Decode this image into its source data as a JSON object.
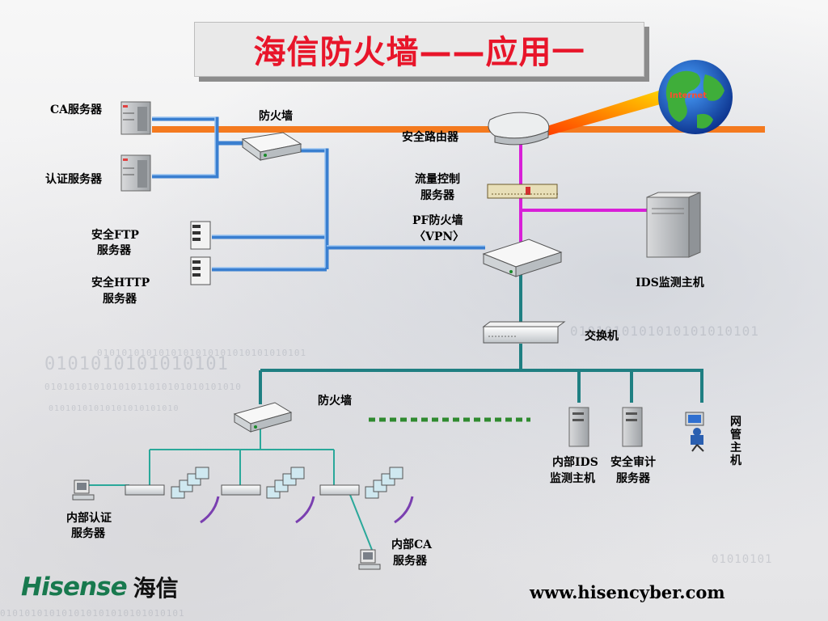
{
  "title": "海信防火墙——应用一",
  "globe_text": "Internet",
  "binary_background": {
    "line1": "0101010101010101",
    "line2": "0101010101010101010101010101010101",
    "line3": "01010101010101011010101010101010",
    "line4": "01010101010101010101010",
    "line5": "0101010101010101010101",
    "line6": "01010101",
    "line7": "010101010101010101010101010101"
  },
  "labels": {
    "ca_server": "CA服务器",
    "auth_server": "认证服务器",
    "firewall_top": "防火墙",
    "secure_router": "安全路由器",
    "traffic_control_1": "流量控制",
    "traffic_control_2": "服务器",
    "pf_firewall_1": "PF防火墙",
    "pf_firewall_2": "〈VPN〉",
    "ftp_1": "安全FTP",
    "ftp_2": "服务器",
    "http_1": "安全HTTP",
    "http_2": "服务器",
    "ids_host": "IDS监测主机",
    "switch": "交换机",
    "firewall_bottom": "防火墙",
    "internal_ids_1": "内部IDS",
    "internal_ids_2": "监测主机",
    "audit_1": "安全审计",
    "audit_2": "服务器",
    "netmgmt": "网管主机",
    "internal_auth_1": "内部认证",
    "internal_auth_2": "服务器",
    "internal_ca_1": "内部CA",
    "internal_ca_2": "服务器"
  },
  "website": "www.hisencyber.com",
  "logo": {
    "en": "Hisense",
    "cn": "海信"
  },
  "colors": {
    "title_red": "#e8152a",
    "backbone_orange": "#f47a1f",
    "link_blue": "#3a7fd0",
    "link_magenta": "#d81fd8",
    "link_teal": "#1f7f82",
    "lan_teal": "#2aa89a",
    "logo_green": "#18794e"
  }
}
